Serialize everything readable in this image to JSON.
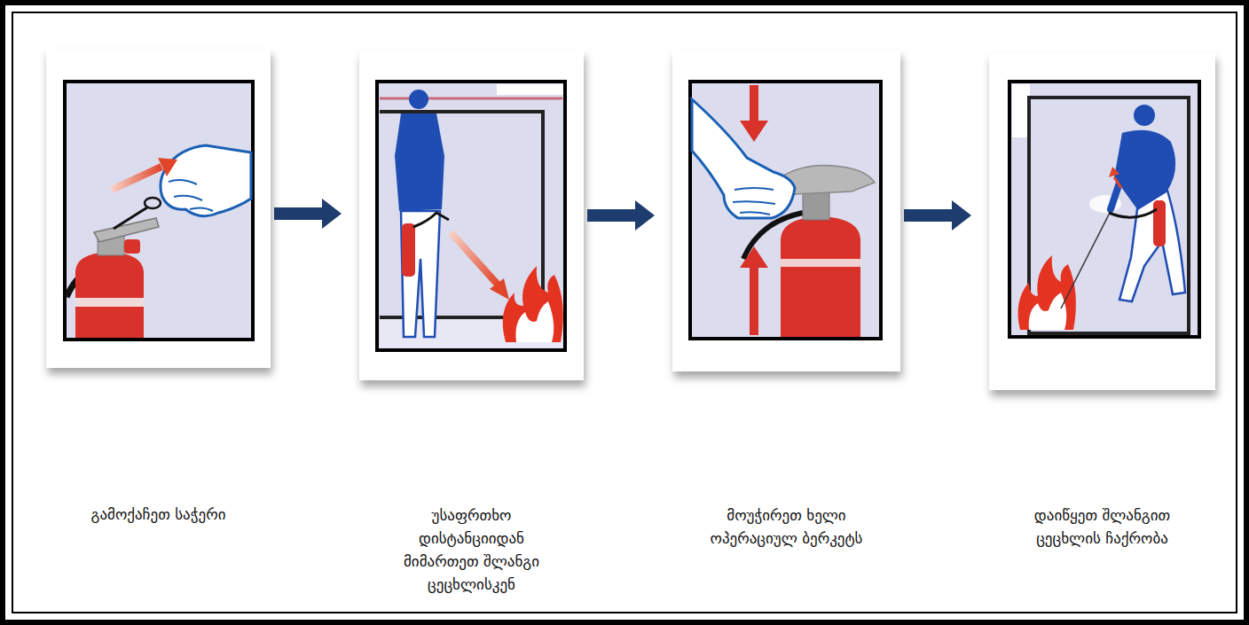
{
  "diagram": {
    "nodes": [
      {
        "text": [
          "გამოქაჩეთ საჭერი"
        ]
      },
      {
        "text": [
          "უსაფრთხო დისტანციიდან მიმართეთ შლანგი ცეცხლისკენ"
        ]
      },
      {
        "text": [
          "მოუჭირეთ ხელი ოპერაციულ ბერკეტს"
        ]
      },
      {
        "text": [
          "დაიწყეთ შლანგით ცეცხლის ჩაქრობა"
        ]
      }
    ],
    "edges": [
      {
        "from": 0,
        "to": 1,
        "arrow": "to"
      },
      {
        "from": 1,
        "to": 2,
        "arrow": "to"
      },
      {
        "from": 2,
        "to": 3,
        "arrow": "to"
      }
    ]
  }
}
